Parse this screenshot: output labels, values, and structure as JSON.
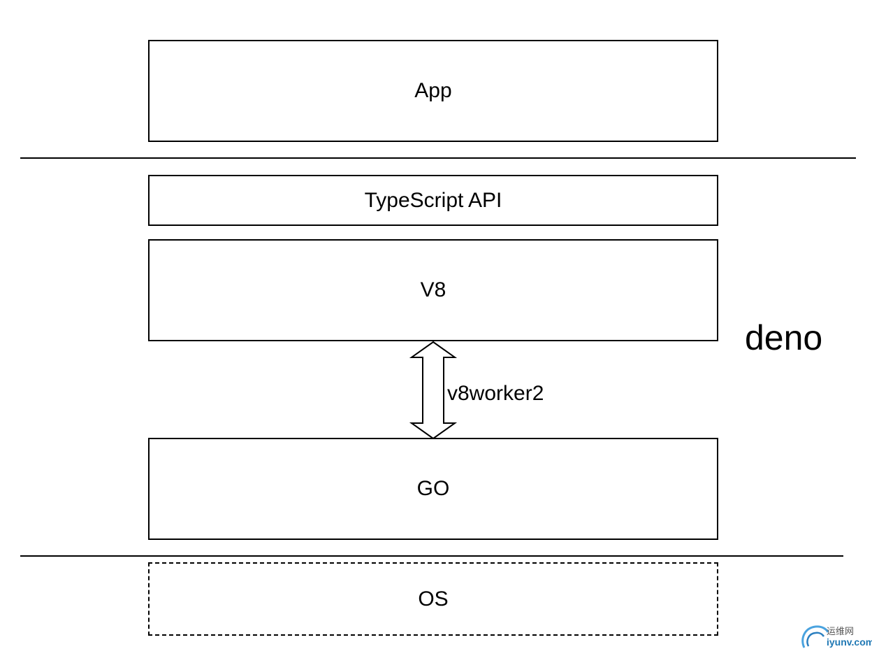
{
  "layers": {
    "app": "App",
    "typescript_api": "TypeScript API",
    "v8": "V8",
    "go": "GO",
    "os": "OS"
  },
  "group_label": "deno",
  "connector_label": "v8worker2",
  "watermark": {
    "chinese": "运维网",
    "site": "iyunv.com"
  }
}
